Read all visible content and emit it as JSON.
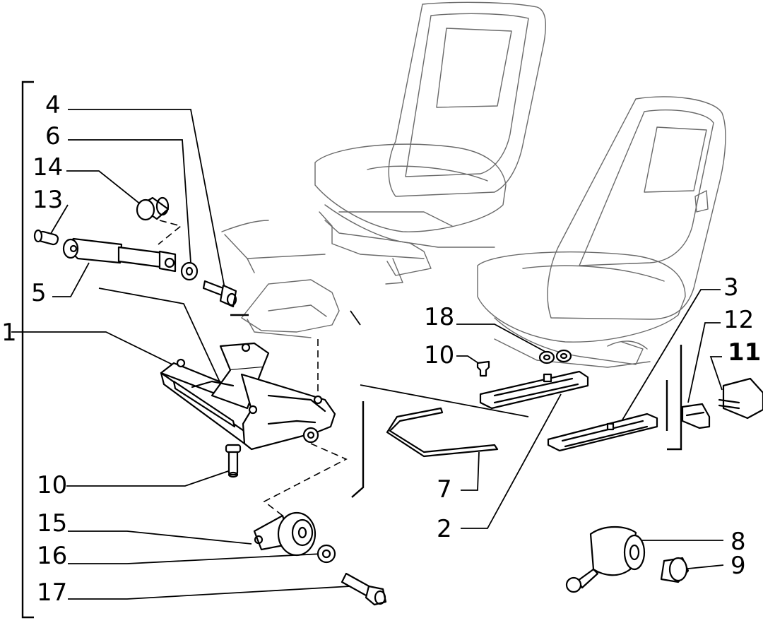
{
  "diagram": {
    "callouts": [
      {
        "id": "c1",
        "label": "1",
        "bold": false
      },
      {
        "id": "c2",
        "label": "2",
        "bold": false
      },
      {
        "id": "c3",
        "label": "3",
        "bold": false
      },
      {
        "id": "c4",
        "label": "4",
        "bold": false
      },
      {
        "id": "c5",
        "label": "5",
        "bold": false
      },
      {
        "id": "c6",
        "label": "6",
        "bold": false
      },
      {
        "id": "c7",
        "label": "7",
        "bold": false
      },
      {
        "id": "c8",
        "label": "8",
        "bold": false
      },
      {
        "id": "c9",
        "label": "9",
        "bold": false
      },
      {
        "id": "c10a",
        "label": "10",
        "bold": false
      },
      {
        "id": "c10b",
        "label": "10",
        "bold": false
      },
      {
        "id": "c11",
        "label": "11",
        "bold": true
      },
      {
        "id": "c12",
        "label": "12",
        "bold": false
      },
      {
        "id": "c13",
        "label": "13",
        "bold": false
      },
      {
        "id": "c14",
        "label": "14",
        "bold": false
      },
      {
        "id": "c15",
        "label": "15",
        "bold": false
      },
      {
        "id": "c16",
        "label": "16",
        "bold": false
      },
      {
        "id": "c17",
        "label": "17",
        "bold": false
      },
      {
        "id": "c18",
        "label": "18",
        "bold": false
      }
    ]
  }
}
